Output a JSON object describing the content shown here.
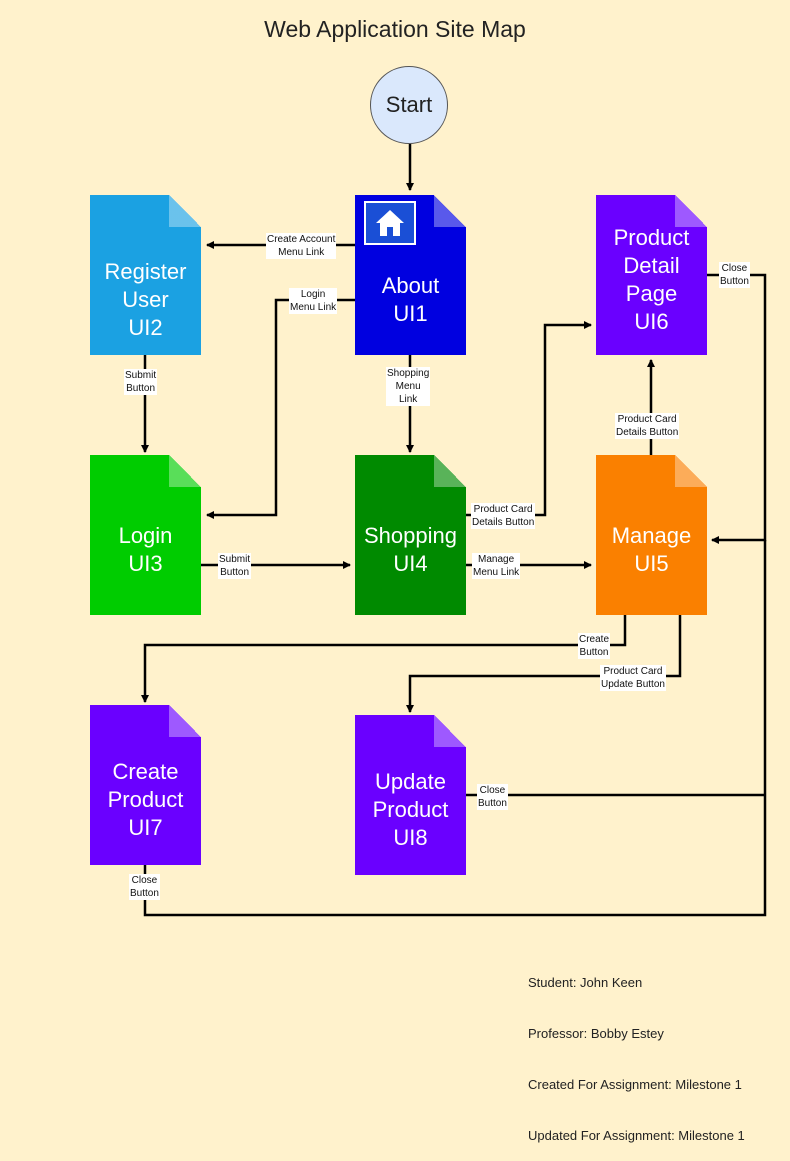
{
  "title": "Web Application Site Map",
  "start": "Start",
  "nodes": {
    "ui1": {
      "label": "About\nUI1",
      "color": "#0000e0"
    },
    "ui2": {
      "label": "Register\nUser\nUI2",
      "color": "#1ba1e2"
    },
    "ui3": {
      "label": "Login\nUI3",
      "color": "#00cc00"
    },
    "ui4": {
      "label": "Shopping\nUI4",
      "color": "#008a00"
    },
    "ui5": {
      "label": "Manage\nUI5",
      "color": "#fa8000"
    },
    "ui6": {
      "label": "Product\nDetail\nPage\nUI6",
      "color": "#6a00ff"
    },
    "ui7": {
      "label": "Create\nProduct\nUI7",
      "color": "#6a00ff"
    },
    "ui8": {
      "label": "Update\nProduct\nUI8",
      "color": "#6a00ff"
    }
  },
  "edges": {
    "create_account": "Create Account\nMenu Link",
    "login_menu": "Login\nMenu Link",
    "shopping_menu": "Shopping\nMenu\nLink",
    "register_submit": "Submit\nButton",
    "login_submit": "Submit\nButton",
    "shop_details": "Product Card\nDetails Button",
    "manage_menu": "Manage\nMenu Link",
    "manage_details": "Product Card\nDetails Button",
    "ui6_close": "Close\nButton",
    "create_button": "Create\nButton",
    "update_button": "Product Card\nUpdate Button",
    "ui8_close": "Close\nButton",
    "ui7_close": "Close\nButton"
  },
  "footer": {
    "student": "Student: John Keen",
    "professor": "Professor: Bobby Estey",
    "created": "Created For Assignment: Milestone 1",
    "updated": "Updated For Assignment: Milestone 1"
  }
}
